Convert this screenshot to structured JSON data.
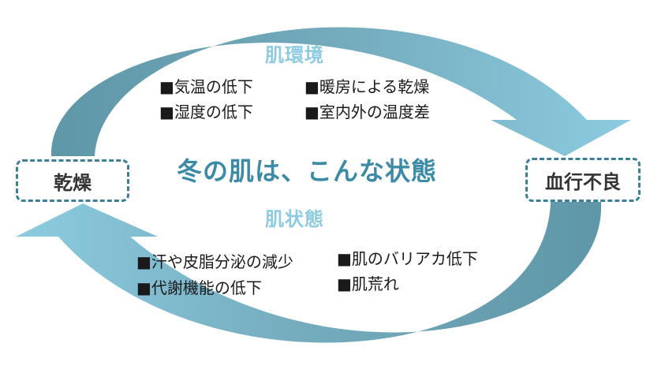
{
  "center_title": "冬の肌は、こんな状態",
  "environment": {
    "heading": "肌環境",
    "items": [
      "■気温の低下",
      "■暖房による乾燥",
      "■湿度の低下",
      "■室内外の温度差"
    ]
  },
  "skin_state": {
    "heading": "肌状態",
    "items": [
      "■汗や皮脂分泌の減少",
      "■肌のバリアカ低下",
      "■代謝機能の低下",
      "■肌荒れ"
    ]
  },
  "left_box": "乾燥",
  "right_box": "血行不良",
  "colors": {
    "arrow_light": "#8ccbe0",
    "arrow_dark": "#5e97a8",
    "heading": "#8ccbe0",
    "title": "#3b8aa6",
    "box_border": "#3d7f96"
  }
}
